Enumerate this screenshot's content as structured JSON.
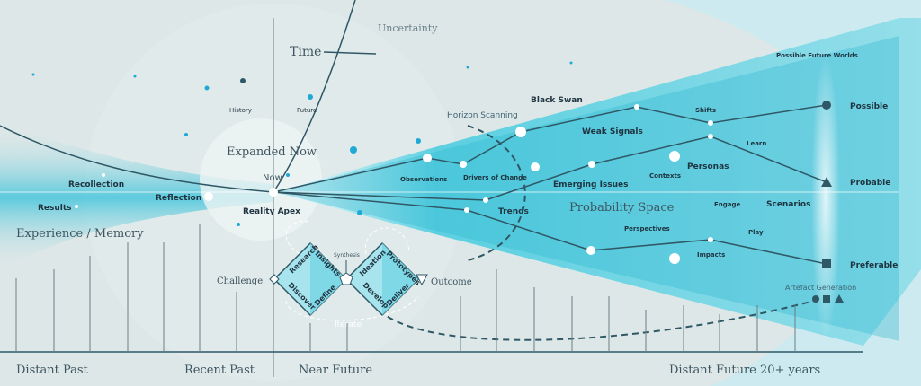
{
  "time_labels": {
    "time": "Time",
    "uncertainty": "Uncertainty",
    "history": "History",
    "future": "Future",
    "expanded_now": "Expanded Now",
    "now": "Now",
    "reality_apex": "Reality Apex"
  },
  "past_labels": {
    "recollection": "Recollection",
    "reflection": "Reflection",
    "results": "Results",
    "experience": "Experience / Memory"
  },
  "future_labels": {
    "black_swan": "Black Swan",
    "horizon_scanning": "Horizon Scanning",
    "weak_signals": "Weak Signals",
    "observations": "Observations",
    "drivers": "Drivers of Change",
    "emerging": "Emerging Issues",
    "trends": "Trends",
    "probability_space": "Probability Space",
    "contexts": "Contexts",
    "personas": "Personas",
    "shifts": "Shifts",
    "learn": "Learn",
    "engage": "Engage",
    "scenarios": "Scenarios",
    "perspectives": "Perspectives",
    "play": "Play",
    "impacts": "Impacts"
  },
  "outcomes": {
    "title": "Possible Future Worlds",
    "possible": "Possible",
    "probable": "Probable",
    "preferable": "Preferable",
    "artefact": "Artefact Generation"
  },
  "double_diamond": {
    "challenge": "Challenge",
    "outcome": "Outcome",
    "synthesis": "Synthesis",
    "iterate": "Iterate",
    "research": "Research",
    "discover": "Discover",
    "insights": "Insights",
    "define": "Define",
    "ideation": "Ideation",
    "develop": "Develop",
    "prototypes": "Prototypes",
    "deliver": "Deliver"
  },
  "axis": {
    "distant_past": "Distant Past",
    "recent_past": "Recent Past",
    "near_future": "Near Future",
    "distant_future": "Distant Future 20+ years"
  },
  "colors": {
    "background": "#dde7e7",
    "band": "#29b6d0",
    "line": "#2f5866",
    "accent": "#1fa9d6"
  }
}
